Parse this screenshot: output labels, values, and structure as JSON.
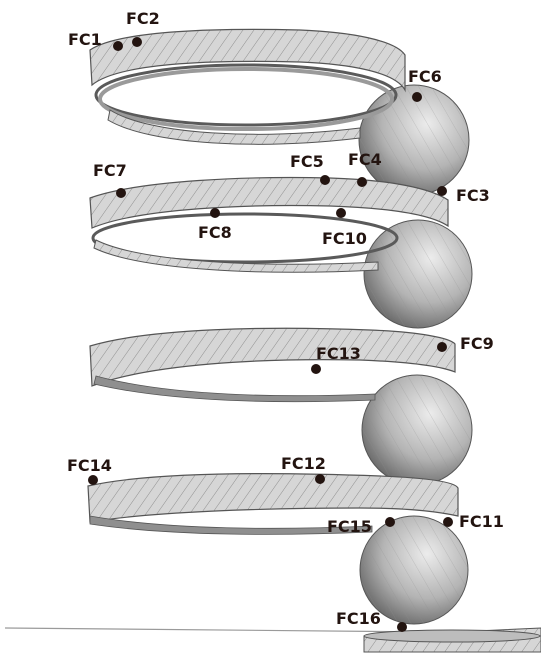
{
  "figure": {
    "points": [
      {
        "id": "fc1",
        "label": "FC1"
      },
      {
        "id": "fc2",
        "label": "FC2"
      },
      {
        "id": "fc6",
        "label": "FC6"
      },
      {
        "id": "fc7",
        "label": "FC7"
      },
      {
        "id": "fc5",
        "label": "FC5"
      },
      {
        "id": "fc4",
        "label": "FC4"
      },
      {
        "id": "fc3",
        "label": "FC3"
      },
      {
        "id": "fc8",
        "label": "FC8"
      },
      {
        "id": "fc10",
        "label": "FC10"
      },
      {
        "id": "fc13",
        "label": "FC13"
      },
      {
        "id": "fc9",
        "label": "FC9"
      },
      {
        "id": "fc14",
        "label": "FC14"
      },
      {
        "id": "fc12",
        "label": "FC12"
      },
      {
        "id": "fc15",
        "label": "FC15"
      },
      {
        "id": "fc11",
        "label": "FC11"
      },
      {
        "id": "fc16",
        "label": "FC16"
      }
    ],
    "colors": {
      "ink": "#231410",
      "ring_fill": "#d2d2d2",
      "ring_stroke": "#555555",
      "sphere_dark": "#5c5c5c",
      "sphere_light": "#ececec",
      "ground_line": "#9a9a9a"
    }
  }
}
